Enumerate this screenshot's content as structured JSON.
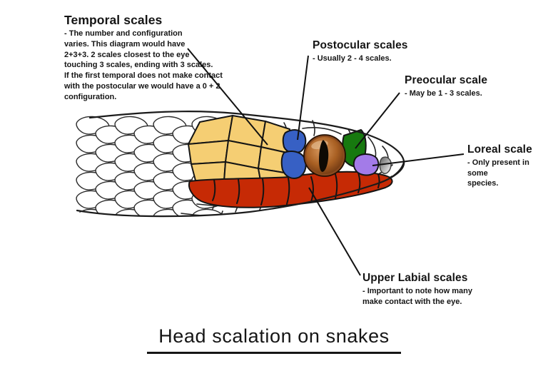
{
  "page": {
    "background": "#ffffff"
  },
  "title": {
    "text": "Head scalation on snakes"
  },
  "annotations": {
    "temporal": {
      "heading": "Temporal scales",
      "description": "- The number and configuration\nvaries. This diagram would have\n2+3+3.  2 scales closest to the eye\ntouching 3 scales, ending with 3 scales.\nIf the first temporal does not make contact\nwith the postocular we would have a 0 + 2\nconfiguration."
    },
    "postocular": {
      "heading": "Postocular scales",
      "description": "- Usually 2 - 4 scales."
    },
    "preocular": {
      "heading": "Preocular scale",
      "description": "- May be 1 - 3 scales."
    },
    "loreal": {
      "heading": "Loreal scale",
      "description": "- Only present in some\nspecies."
    },
    "upper_labial": {
      "heading": "Upper Labial scales",
      "description": "- Important to note how many\nmake contact with the eye."
    }
  },
  "colors": {
    "temporal_scales": "#F5CE73",
    "upper_labial_scales": "#C62A05",
    "postocular_scales": "#3760C4",
    "preocular_scale": "#17790F",
    "loreal_scale": "#A37BE8",
    "eye_iris": "#A15B2B",
    "eye_pupil": "#0E0A04",
    "nostril_gray": "#8A8A8A",
    "line_color": "#1B1B1B"
  }
}
